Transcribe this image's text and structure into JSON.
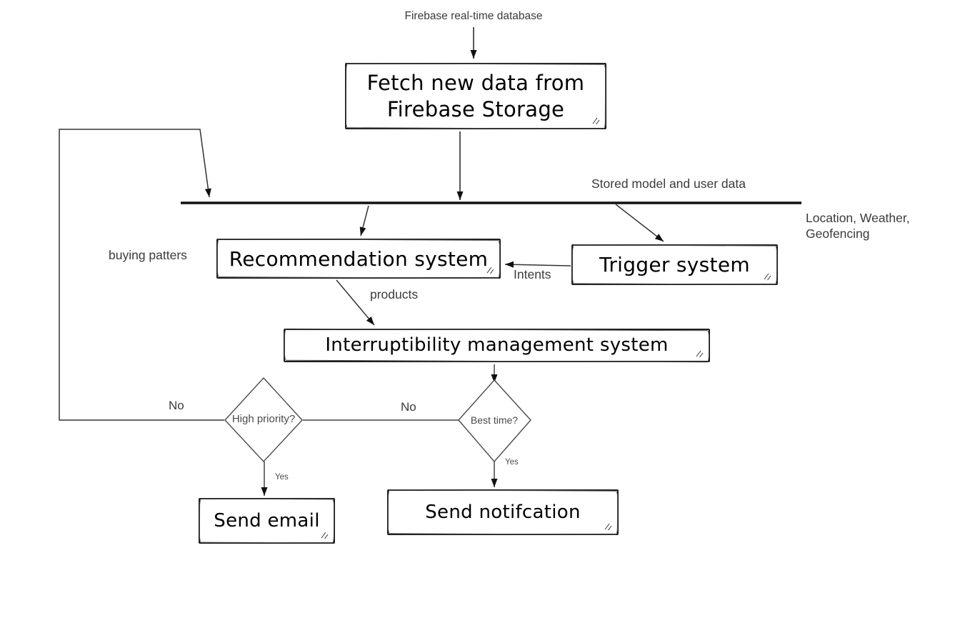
{
  "diagram": {
    "nodes": {
      "fetch": {
        "label": "Fetch new data from Firebase Storage"
      },
      "recommendation": {
        "label": "Recommendation system"
      },
      "trigger": {
        "label": "Trigger system"
      },
      "interruptibility": {
        "label": "Interruptibility management system"
      },
      "high_priority": {
        "label": "High priority?"
      },
      "best_time": {
        "label": "Best time?"
      },
      "send_email": {
        "label": "Send email"
      },
      "send_notification": {
        "label": "Send notifcation"
      }
    },
    "labels": {
      "firebase_db": "Firebase real-time database",
      "stored_model": "Stored model and user data",
      "location_weather": "Location, Weather,\nGeofencing",
      "buying_patters": "buying patters",
      "intents": "Intents",
      "products": "products",
      "no_left": "No",
      "no_middle": "No",
      "yes_email": "Yes",
      "yes_notification": "Yes"
    },
    "colors": {
      "edge_stroke": "#3d3d3d",
      "bus_stroke": "#111111",
      "label_text": "#3b3b3b",
      "node_text": "#000000",
      "node_border": "#1c1c1c",
      "background": "#ffffff"
    }
  }
}
